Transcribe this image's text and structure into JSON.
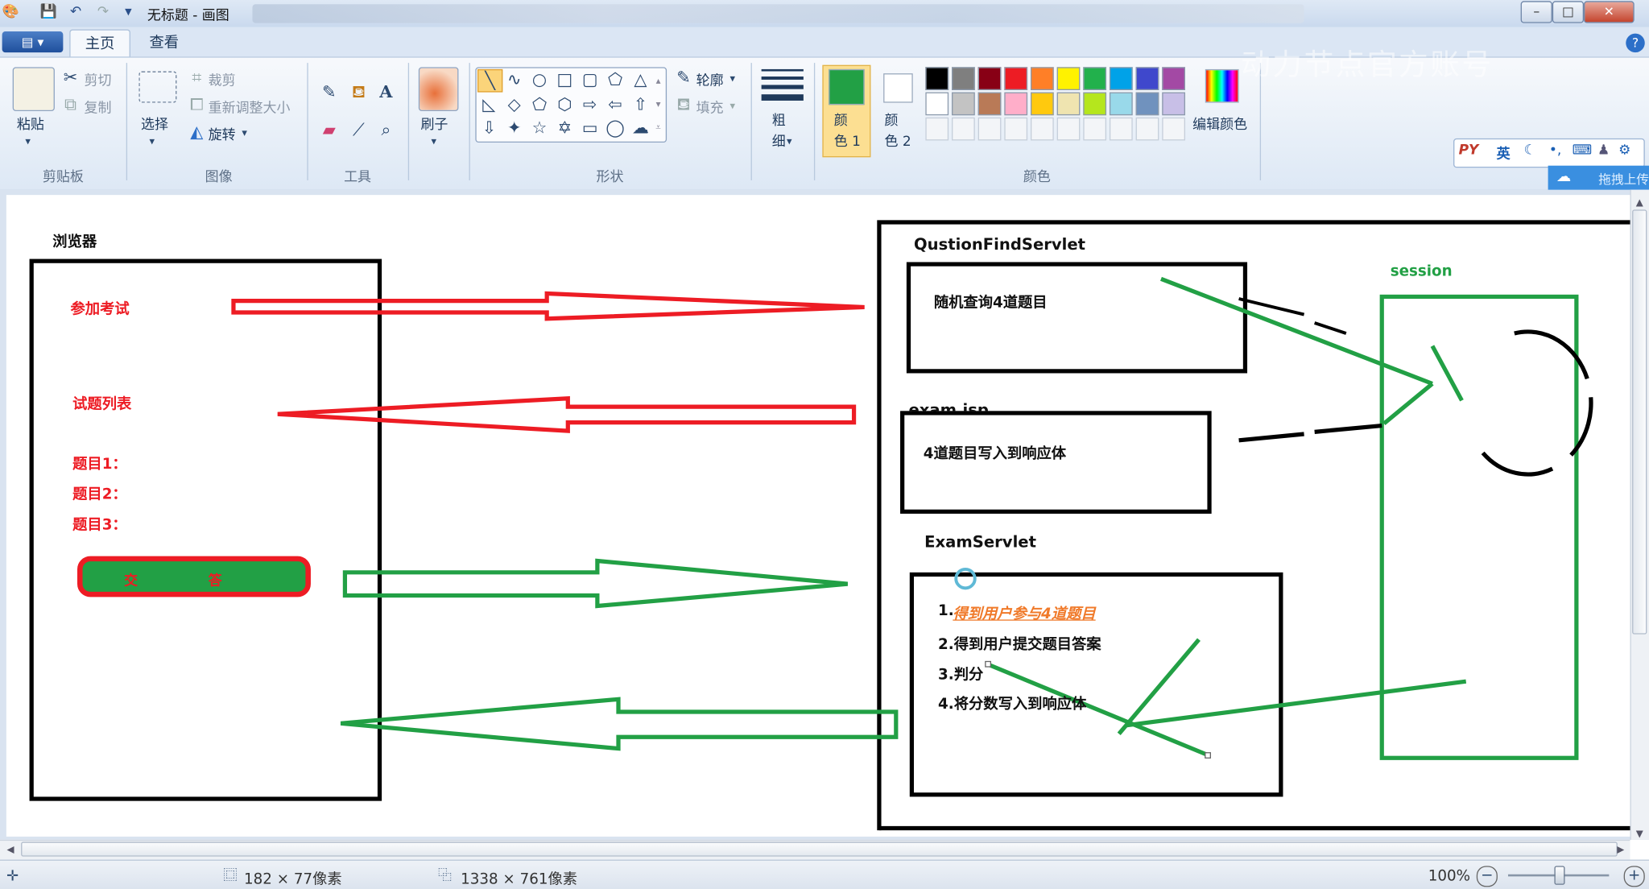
{
  "window": {
    "title": "无标题 - 画图",
    "minimize": "–",
    "maximize": "□",
    "close": "✕"
  },
  "tabs": {
    "file": "▤ ▾",
    "home": "主页",
    "view": "查看"
  },
  "clipboard": {
    "paste": "粘贴",
    "cut": "剪切",
    "copy": "复制",
    "group": "剪贴板"
  },
  "image": {
    "select": "选择",
    "crop": "裁剪",
    "resize": "重新调整大小",
    "rotate": "旋转",
    "group": "图像"
  },
  "tools": {
    "group": "工具"
  },
  "brushes": {
    "label": "刷子"
  },
  "shapes": {
    "outline": "轮廓",
    "fill": "填充",
    "group": "形状"
  },
  "size": {
    "label": "粗\n细"
  },
  "colors": {
    "color1": "颜\n色 1",
    "color2": "颜\n色 2",
    "edit": "编辑颜色",
    "group": "颜色",
    "color1_value": "#22a045",
    "color2_value": "#ffffff",
    "palette_row1": [
      "#000000",
      "#7f7f7f",
      "#880015",
      "#ed1c24",
      "#ff7f27",
      "#fff200",
      "#22b14c",
      "#00a2e8",
      "#3f48cc",
      "#a349a4"
    ],
    "palette_row2": [
      "#ffffff",
      "#c3c3c3",
      "#b97a57",
      "#ffaec9",
      "#ffc90e",
      "#efe4b0",
      "#b5e61d",
      "#99d9ea",
      "#7092be",
      "#c8bfe7"
    ]
  },
  "overlay": {
    "watermark": "动力节点官方账号",
    "ime_lang": "英",
    "cloud": "拖拽上传"
  },
  "drawing": {
    "browser_label": "浏览器",
    "join_exam": "参加考试",
    "question_list": "试题列表",
    "q1": "题目1：",
    "q2": "题目2：",
    "q3": "题目3：",
    "submit_left": "交",
    "submit_right": "答",
    "question_servlet": "QustionFindServlet",
    "random_query": "随机查询4道题目",
    "exam_jsp": "exam.jsp",
    "write_response": "4道题目写入到响应体",
    "exam_servlet": "ExamServlet",
    "step1_num": "1.",
    "step1_text": "得到用户参与4道题目",
    "step2": "2.得到用户提交题目答案",
    "step3": "3.判分",
    "step4": "4.将分数写入到响应体",
    "session": "session"
  },
  "status": {
    "selection_size": "182 × 77像素",
    "canvas_size": "1338 × 761像素",
    "zoom": "100%"
  }
}
